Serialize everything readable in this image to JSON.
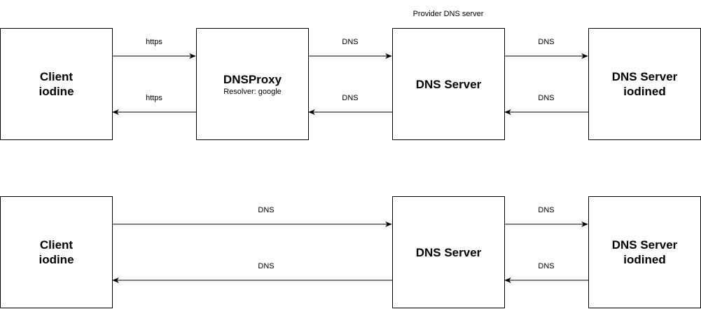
{
  "captions": {
    "provider": "Provider DNS server"
  },
  "top_row": {
    "client": {
      "title": "Client\niodine"
    },
    "proxy": {
      "title": "DNSProxy",
      "subtitle": "Resolver: google"
    },
    "dns_server": {
      "title": "DNS Server"
    },
    "iodined": {
      "title": "DNS Server\niodined"
    },
    "edges": {
      "client_to_proxy": "https",
      "proxy_to_client": "https",
      "proxy_to_dns": "DNS",
      "dns_to_proxy": "DNS",
      "dns_to_iodined": "DNS",
      "iodined_to_dns": "DNS"
    }
  },
  "bottom_row": {
    "client": {
      "title": "Client\niodine"
    },
    "dns_server": {
      "title": "DNS Server"
    },
    "iodined": {
      "title": "DNS Server\niodined"
    },
    "edges": {
      "client_to_dns": "DNS",
      "dns_to_client": "DNS",
      "dns_to_iodined": "DNS",
      "iodined_to_dns": "DNS"
    }
  }
}
